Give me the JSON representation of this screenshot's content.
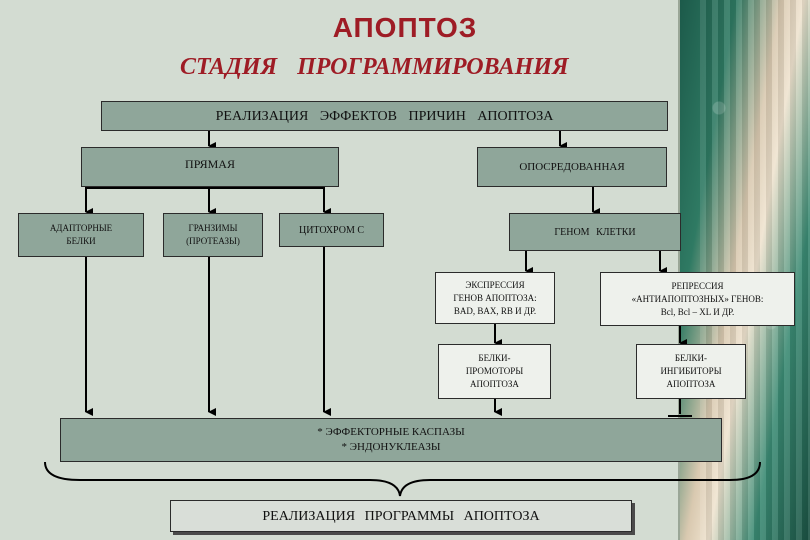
{
  "slide": {
    "title": "АПОПТОЗ",
    "subtitle": "СТАДИЯ ПРОГРАММИРОВАНИЯ"
  },
  "nodes": {
    "root": "РЕАЛИЗАЦИЯ ЭФФЕКТОВ ПРИЧИН АПОПТОЗА",
    "direct": "ПРЯМАЯ",
    "mediated": "ОПОСРЕДОВАННАЯ",
    "adapter": "АДАПТОРНЫЕ\nБЕЛКИ",
    "granzymes": "ГРАНЗИМЫ\n(ПРОТЕАЗЫ)",
    "cytochrome": "ЦИТОХРОМ C",
    "genome": "ГЕНОМ КЛЕТКИ",
    "expression": "ЭКСПРЕССИЯ\nГЕНОВ АПОПТОЗА:\nBAD, BAX, RB И ДР.",
    "repression": "РЕПРЕССИЯ\n«АНТИАПОПТОЗНЫХ» ГЕНОВ:\nBcl, Bcl – XL И ДР.",
    "promoters": "БЕЛКИ-\nПРОМОТОРЫ\nАПОПТОЗА",
    "inhibitors": "БЕЛКИ-\nИНГИБИТОРЫ\nАПОПТОЗА",
    "effectors": "* ЭФФЕКТОРНЫЕ   КАСПАЗЫ\n* ЭНДОНУКЛЕАЗЫ",
    "result": "РЕАЛИЗАЦИЯ ПРОГРАММЫ АПОПТОЗА"
  }
}
